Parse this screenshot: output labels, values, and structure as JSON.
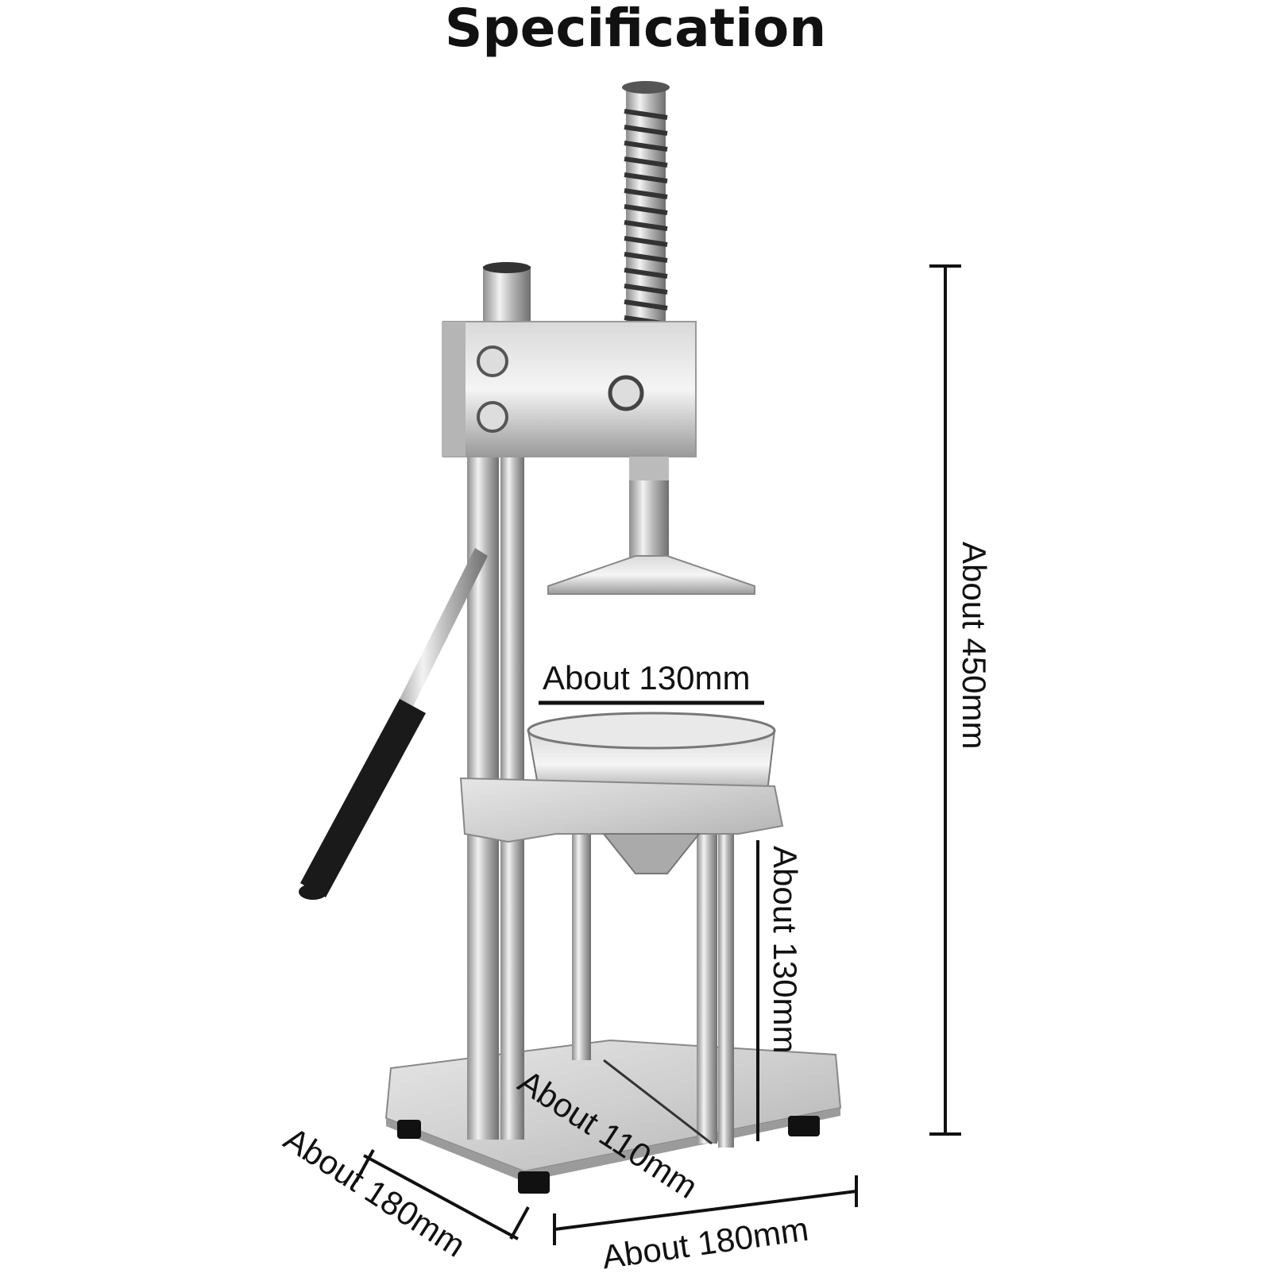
{
  "title": "Specification",
  "dimensions": {
    "height_total": "About 450mm",
    "bowl_diameter": "About 130mm",
    "bowl_height": "About 130mm",
    "base_depth": "About 110mm",
    "base_side": "About 180mm",
    "base_front": "About 180mm"
  }
}
